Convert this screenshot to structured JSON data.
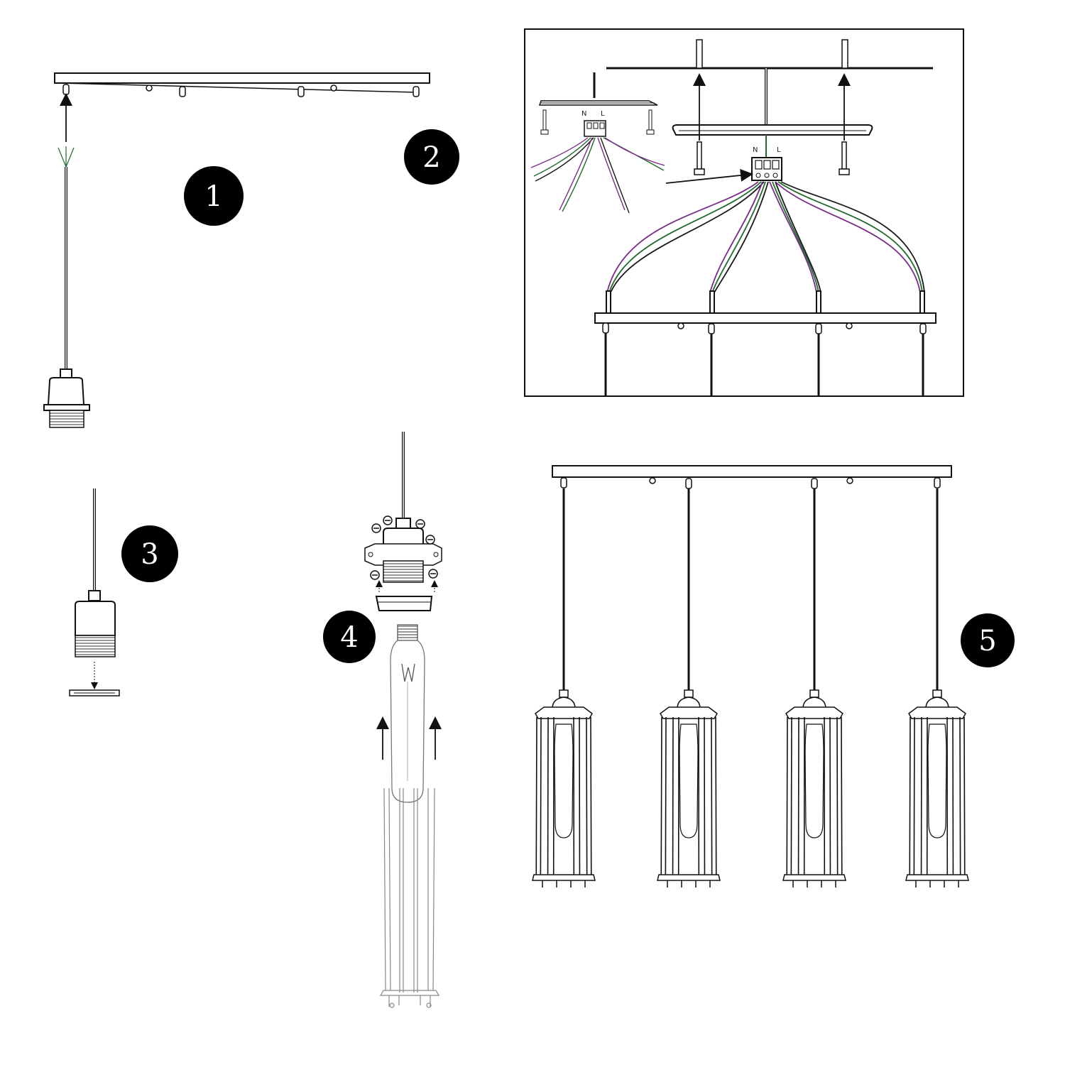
{
  "steps": [
    {
      "number": "1"
    },
    {
      "number": "2"
    },
    {
      "number": "3"
    },
    {
      "number": "4"
    },
    {
      "number": "5"
    }
  ],
  "terminal_labels": {
    "neutral": "N",
    "live": "L"
  },
  "wire_colors": {
    "black": "#1a1a1a",
    "green": "#1f6b2a",
    "purple": "#7b2a8a"
  },
  "pendant_count": 4
}
